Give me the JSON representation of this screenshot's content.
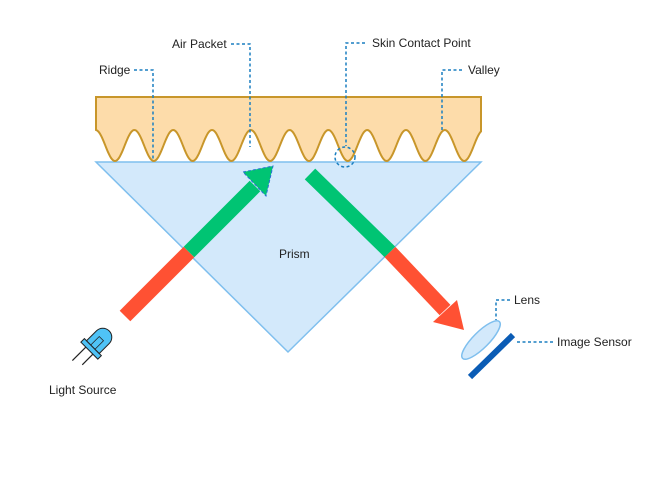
{
  "labels": {
    "ridge": "Ridge",
    "air_packet": "Air Packet",
    "skin_contact_point": "Skin Contact Point",
    "valley": "Valley",
    "prism": "Prism",
    "lens": "Lens",
    "image_sensor": "Image Sensor",
    "light_source": "Light Source"
  },
  "colors": {
    "finger_fill": "#fddcaa",
    "finger_stroke": "#c8962a",
    "prism_fill": "#d3e9fb",
    "prism_stroke": "#7fbfee",
    "incident_light": "#ff5133",
    "reflected_light": "#00c473",
    "leader_line": "#1a7fc1",
    "sensor": "#0b5cb5",
    "led": "#4fc3f7"
  }
}
